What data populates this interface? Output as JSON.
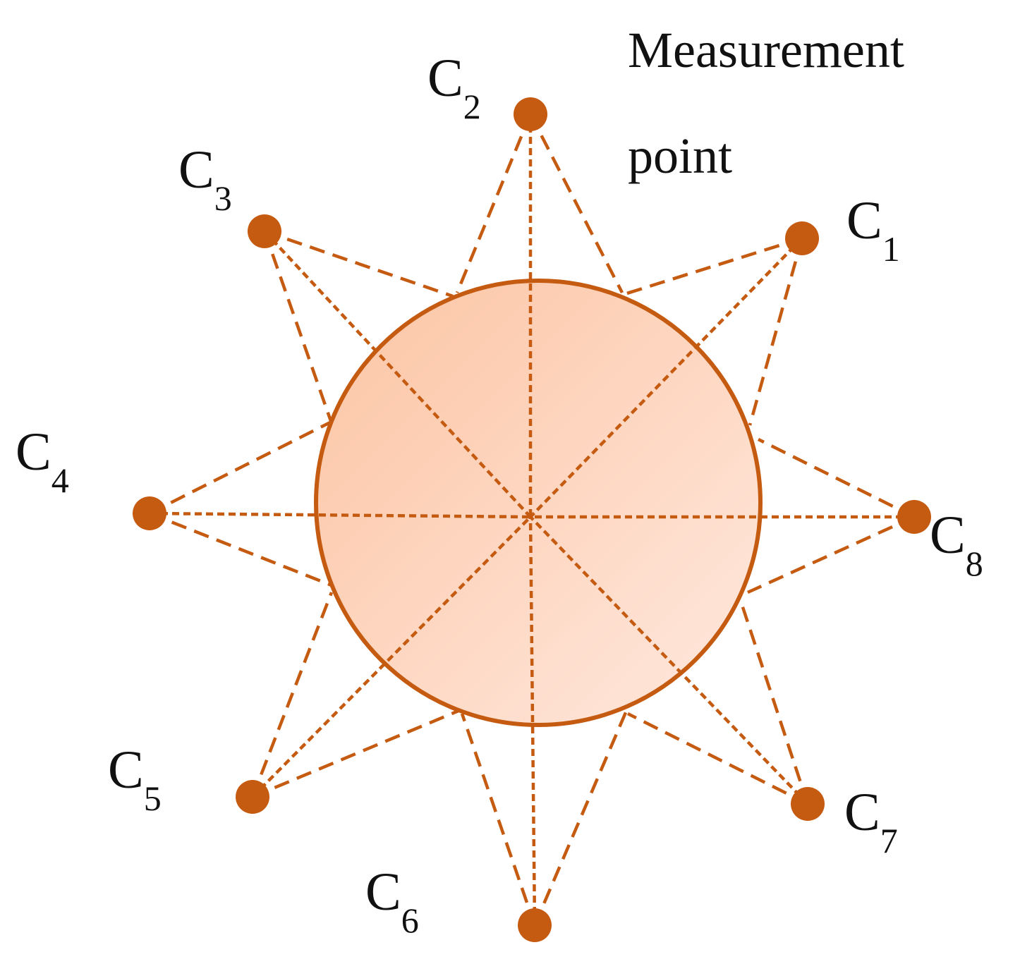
{
  "diagram": {
    "caption_line1": "Measurement",
    "caption_line2": "point",
    "colors": {
      "accent": "#c55a11",
      "fill_light": "#ffe6d9",
      "fill_dark": "#fcc9ab",
      "text": "#111111"
    },
    "sensors": [
      {
        "id": "C1",
        "letter": "C",
        "sub": "1"
      },
      {
        "id": "C2",
        "letter": "C",
        "sub": "2"
      },
      {
        "id": "C3",
        "letter": "C",
        "sub": "3"
      },
      {
        "id": "C4",
        "letter": "C",
        "sub": "4"
      },
      {
        "id": "C5",
        "letter": "C",
        "sub": "5"
      },
      {
        "id": "C6",
        "letter": "C",
        "sub": "6"
      },
      {
        "id": "C7",
        "letter": "C",
        "sub": "7"
      },
      {
        "id": "C8",
        "letter": "C",
        "sub": "8"
      }
    ]
  }
}
